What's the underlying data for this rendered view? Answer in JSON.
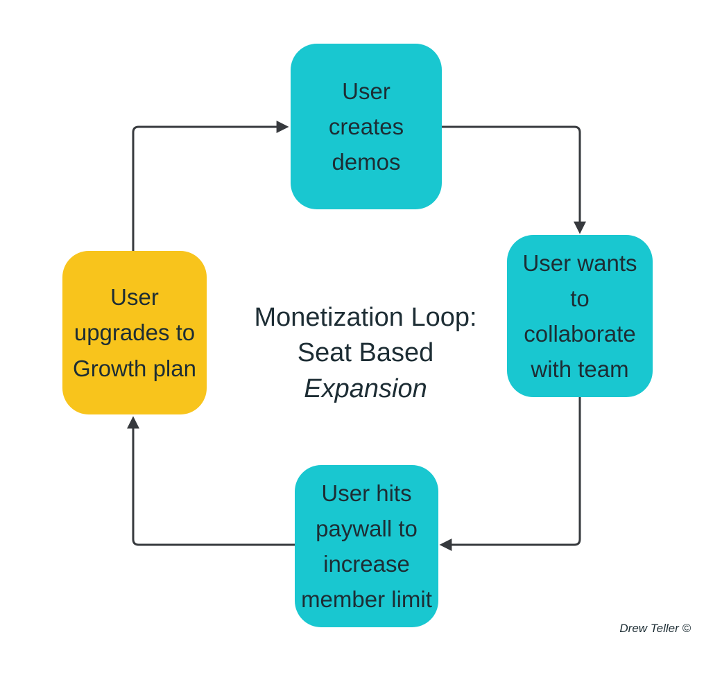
{
  "title": {
    "line1": "Monetization Loop:",
    "line2": "Seat Based",
    "line3": "Expansion"
  },
  "nodes": {
    "top": {
      "label": "User\ncreates\ndemos",
      "color": "#19C7D0"
    },
    "right": {
      "label": "User wants\nto\ncollaborate\nwith team",
      "color": "#19C7D0"
    },
    "bottom": {
      "label": "User hits\npaywall to\nincrease\nmember limit",
      "color": "#19C7D0"
    },
    "left": {
      "label": "User\nupgrades to\nGrowth plan",
      "color": "#F8C41C"
    }
  },
  "signature": "Drew Teller ©",
  "colors": {
    "teal_node": "#19C7D0",
    "yellow_node": "#F8C41C",
    "arrow": "#36393D",
    "text": "#1D2D34",
    "background": "#FFFFFF"
  }
}
